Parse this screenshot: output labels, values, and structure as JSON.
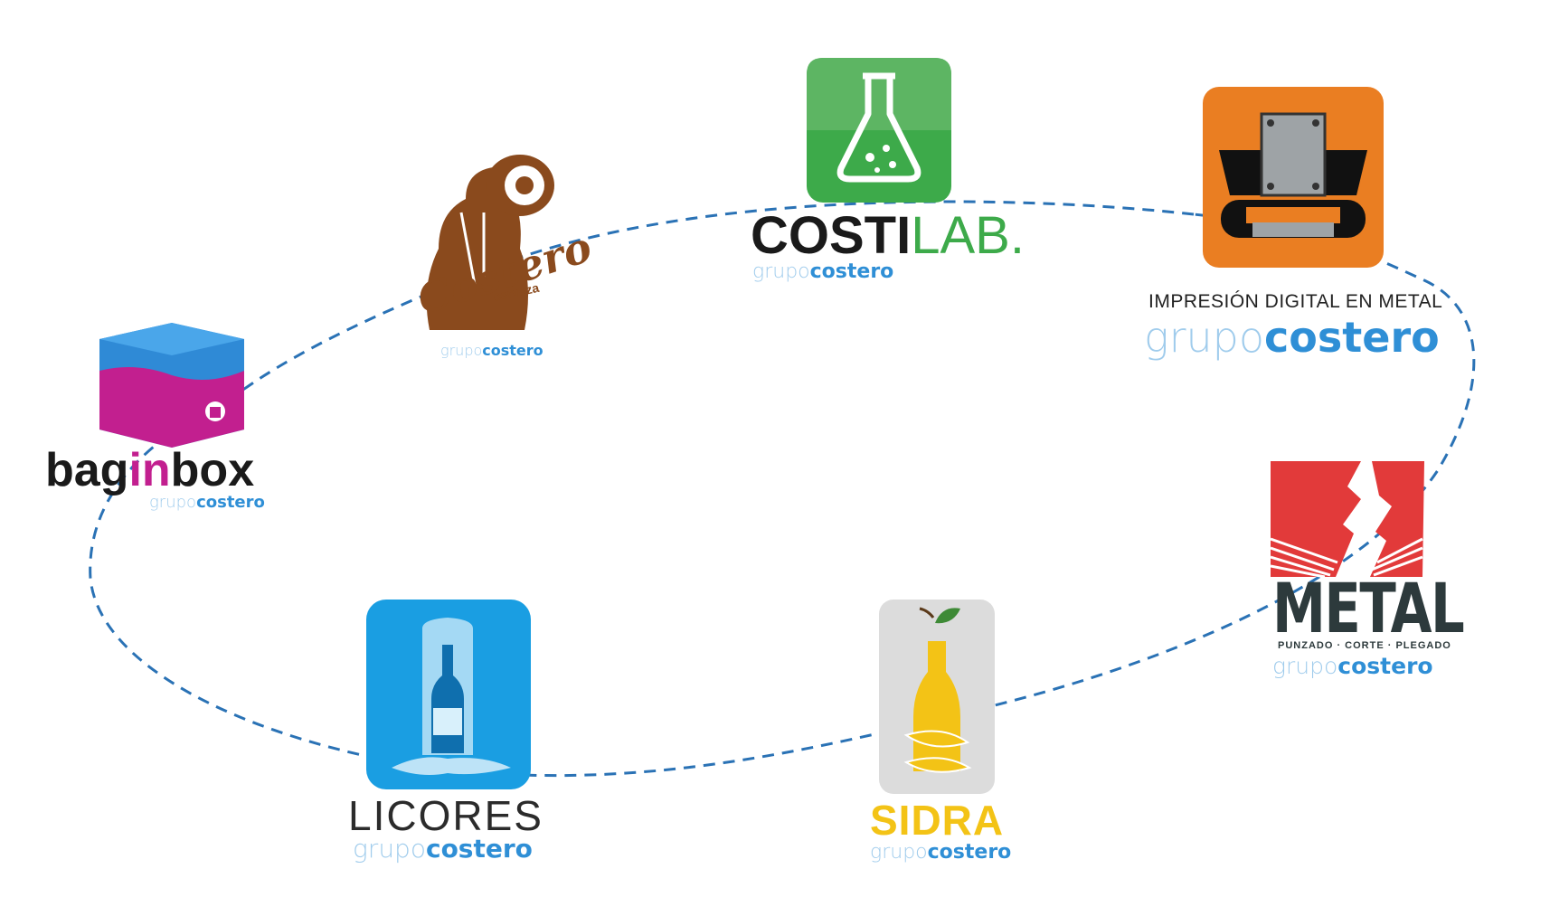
{
  "colors": {
    "ring": "#2a72b5",
    "group_blue": "#2f8fd6",
    "costilab_green": "#3daa4a",
    "costilab_green_light": "#5db563",
    "dark_text": "#1a1a1a",
    "orange": "#ea7e22",
    "metal_red": "#e23a3a",
    "metal_dark": "#2d3a3c",
    "licores_blue": "#1a9ee2",
    "sidra_yellow": "#f3c316",
    "sidra_bg": "#dcdcdc",
    "bag_magenta": "#c21f8f",
    "bag_blue": "#2f8ad6",
    "beer_brown": "#8a4a1d"
  },
  "group": {
    "light": "grupo",
    "bold": "costero"
  },
  "logos": {
    "costilab": {
      "title_dark": "COSTI",
      "title_green": "LAB.",
      "icon": "flask-icon"
    },
    "impresion": {
      "title": "IMPRESIÓN DIGITAL EN METAL",
      "icon": "press-icon"
    },
    "metal": {
      "title": "METAL",
      "subtitle": "PUNZADO · CORTE · PLEGADO",
      "icon": "cracked-sheet-icon"
    },
    "sidra": {
      "title": "SIDRA",
      "icon": "apple-bottle-icon"
    },
    "licores": {
      "title": "LICORES",
      "icon": "ice-bottle-icon"
    },
    "baginbox": {
      "title_a": "bag",
      "title_b": "in",
      "title_c": "box",
      "icon": "box-icon"
    },
    "cerveza": {
      "title": "Costero",
      "subtitle": "cerveza",
      "icon": "keg-man-icon"
    }
  }
}
